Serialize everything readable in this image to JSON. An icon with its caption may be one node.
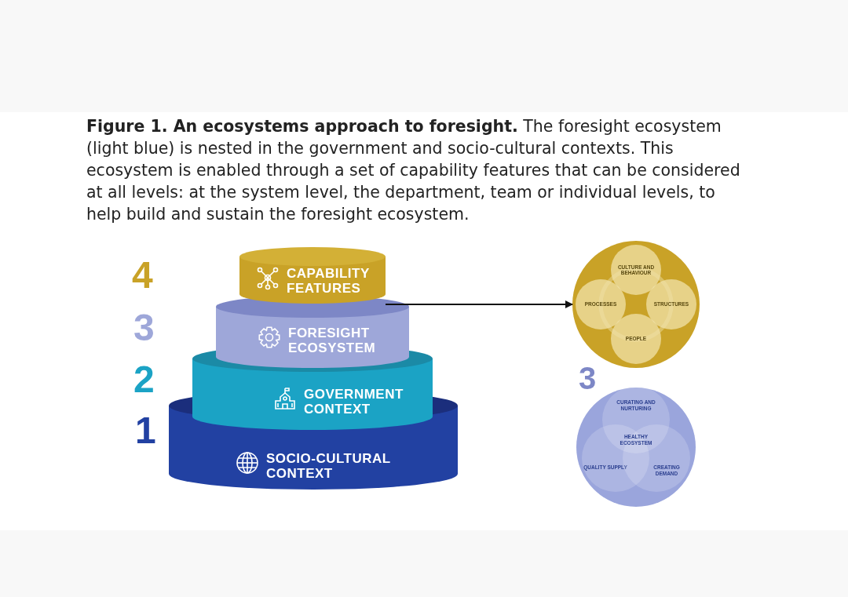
{
  "diagram": {
    "caption": "**Figure 1. An ecosystems approach to foresight.** The foresight ecosystem (light blue) is nested in the government and socio-cultural contexts. This ecosystem is enabled through a set of capability features that can be considered at all levels: at the system level, the department, team or individual levels, to help build and sustain the foresight ecosystem.",
    "nodes": [
      {
        "text": [
          "CAPABILITY FEATURES"
        ]
      },
      {
        "text": [
          "FORESIGHT ECOSYSTEM"
        ]
      },
      {
        "text": [
          "GOVERNMENT CONTEXT"
        ]
      },
      {
        "text": [
          "SOCIO-CULTURAL CONTEXT"
        ]
      },
      {
        "text": [],
        "shape": "circle"
      },
      {
        "text": [
          "CULTURE AND BEHAVIOUR"
        ],
        "in": 4
      },
      {
        "text": [
          "PROCESSES"
        ],
        "in": 4
      },
      {
        "text": [
          "STRUCTURES"
        ],
        "in": 4
      },
      {
        "text": [
          "PEOPLE"
        ],
        "in": 4
      },
      {
        "text": [],
        "shape": "circle",
        "beside": [
          "3"
        ]
      },
      {
        "text": [
          "CURATING AND NURTURING"
        ],
        "in": 9
      },
      {
        "text": [
          "HEALTHY ECOSYSTEM"
        ]
      },
      {
        "text": [
          "QUALITY SUPPLY"
        ],
        "in": 9
      },
      {
        "text": [
          "CREATING DEMAND"
        ],
        "in": 9
      }
    ],
    "edges": [
      {
        "from": 0,
        "to": 4,
        "arrow": "to"
      }
    ],
    "labels": [
      "4",
      "3",
      "2",
      "1"
    ]
  }
}
